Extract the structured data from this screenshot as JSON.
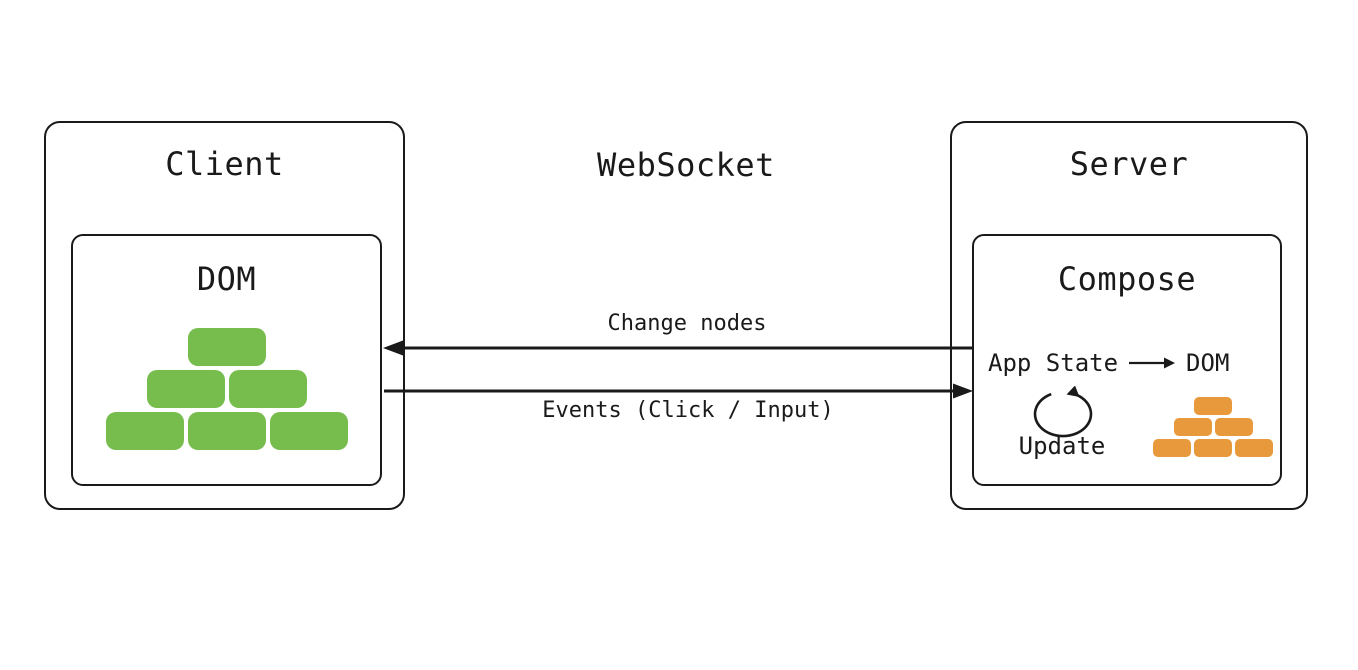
{
  "websocket": {
    "title": "WebSocket"
  },
  "client": {
    "title": "Client",
    "dom_title": "DOM"
  },
  "server": {
    "title": "Server",
    "compose_title": "Compose",
    "app_state_label": "App State",
    "dom_label": "DOM",
    "update_label": "Update"
  },
  "arrows": {
    "change_nodes_label": "Change nodes",
    "change_nodes_direction": "left",
    "events_label": "Events (Click / Input)",
    "events_direction": "right"
  },
  "bricks": {
    "client": {
      "rows": [
        1,
        2,
        3
      ],
      "color": "#77bd4d"
    },
    "server": {
      "rows": [
        1,
        2,
        3
      ],
      "color": "#e8993c"
    }
  },
  "icons": {
    "update_loop": "counterclockwise-loop-arrow",
    "change_nodes": "left-arrow",
    "events": "right-arrow",
    "state_to_dom": "right-arrow"
  },
  "colors": {
    "stroke": "#1a1a1a",
    "green_brick": "#77bd4d",
    "orange_brick": "#e8993c",
    "background": "#ffffff"
  }
}
